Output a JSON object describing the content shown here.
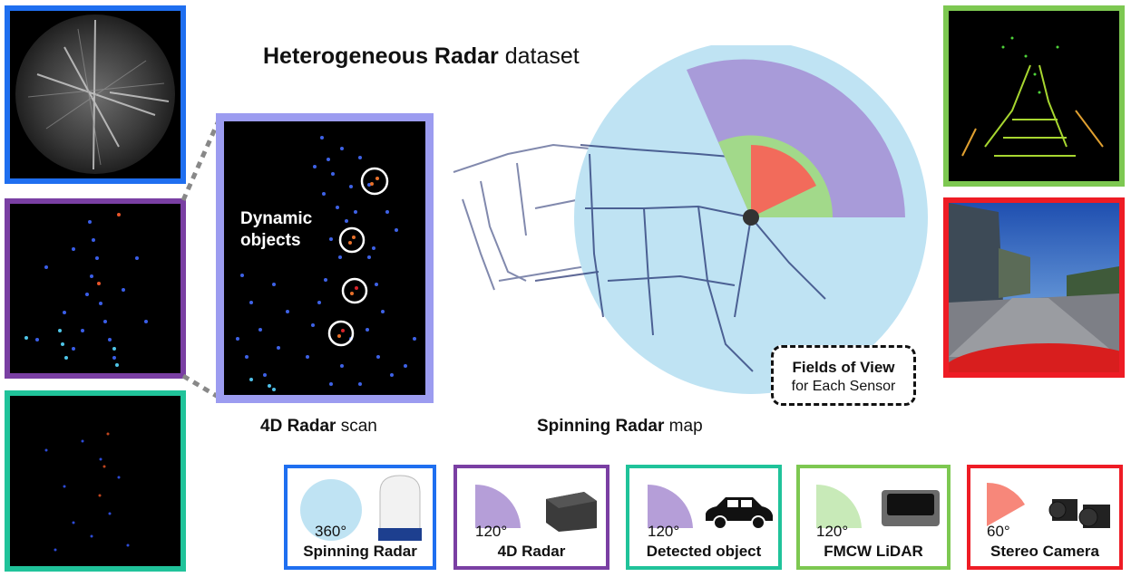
{
  "title": {
    "bold": "Heterogeneous Radar",
    "rest": " dataset"
  },
  "captions": {
    "radar4d": {
      "bold": "4D Radar",
      "rest": " scan"
    },
    "spinning": {
      "bold": "Spinning Radar",
      "rest": " map"
    }
  },
  "zoom_label": {
    "line1": "Dynamic",
    "line2": "objects"
  },
  "fov_box": {
    "line1": "Fields of View",
    "line2": "for Each Sensor"
  },
  "sensors": [
    {
      "name": "Spinning Radar",
      "fov": "360°",
      "color": "#1f6ff0"
    },
    {
      "name": "4D Radar",
      "fov": "120°",
      "color": "#7a3fa3"
    },
    {
      "name": "Detected object",
      "fov": "120°",
      "color": "#20c39a"
    },
    {
      "name": "FMCW LiDAR",
      "fov": "120°",
      "color": "#7dc851"
    },
    {
      "name": "Stereo Camera",
      "fov": "60°",
      "color": "#ee1c25"
    }
  ],
  "colors": {
    "spinning_fov": "#bfe3f3",
    "radar4d_fov": "#a89bd9",
    "lidar_fov": "#a2d98a",
    "camera_fov": "#f26b5b",
    "zoom_frame": "#9c9cf0"
  }
}
